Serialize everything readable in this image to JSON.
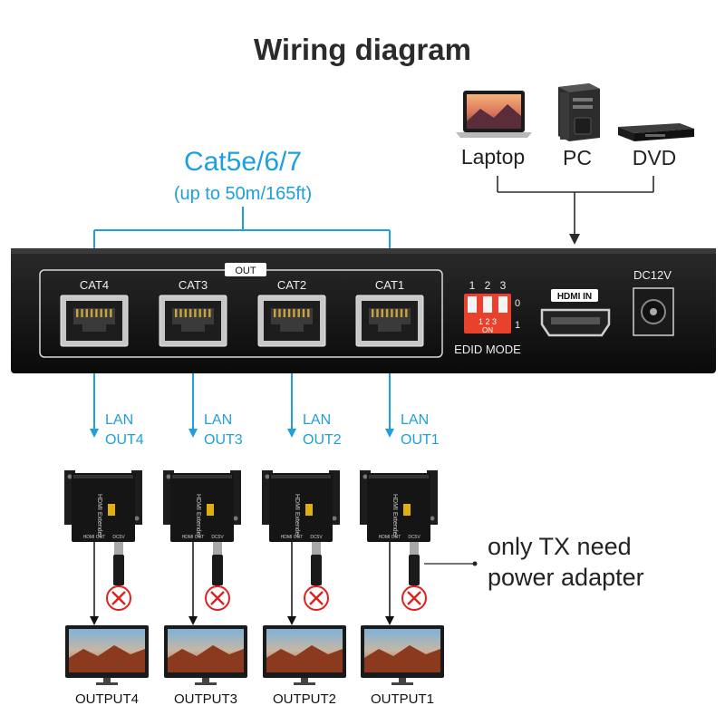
{
  "title": "Wiring diagram",
  "cable": {
    "name": "Cat5e/6/7",
    "range": "(up to 50m/165ft)"
  },
  "sources": [
    {
      "label": "Laptop",
      "icon": "laptop-icon"
    },
    {
      "label": "PC",
      "icon": "pc-tower-icon"
    },
    {
      "label": "DVD",
      "icon": "dvd-player-icon"
    }
  ],
  "splitter": {
    "out_label": "OUT",
    "ports": [
      "CAT4",
      "CAT3",
      "CAT2",
      "CAT1"
    ],
    "dip_numbers": [
      "1",
      "2",
      "3"
    ],
    "dip_states": [
      "0",
      "1"
    ],
    "dip_switch_label": "1 2 3",
    "dip_on_label": "ON",
    "edid_label": "EDID MODE",
    "hdmi_in_label": "HDMI IN",
    "dc_label": "DC12V"
  },
  "lan_outputs": [
    {
      "line1": "LAN",
      "line2": "OUT4"
    },
    {
      "line1": "LAN",
      "line2": "OUT3"
    },
    {
      "line1": "LAN",
      "line2": "OUT2"
    },
    {
      "line1": "LAN",
      "line2": "OUT1"
    }
  ],
  "receiver": {
    "name": "HDMI Extender",
    "hdmi_out": "HDMI OUT",
    "dc": "DC5V"
  },
  "note": {
    "line1": "only TX need",
    "line2": "power adapter"
  },
  "outputs": [
    "OUTPUT4",
    "OUTPUT3",
    "OUTPUT2",
    "OUTPUT1"
  ],
  "colors": {
    "cable_blue": "#1ea0dc",
    "device_black": "#111111",
    "port_silver": "#c8c8c8",
    "dip_red": "#e8412c",
    "cross_red": "#e0201c",
    "text_dark": "#222222"
  }
}
